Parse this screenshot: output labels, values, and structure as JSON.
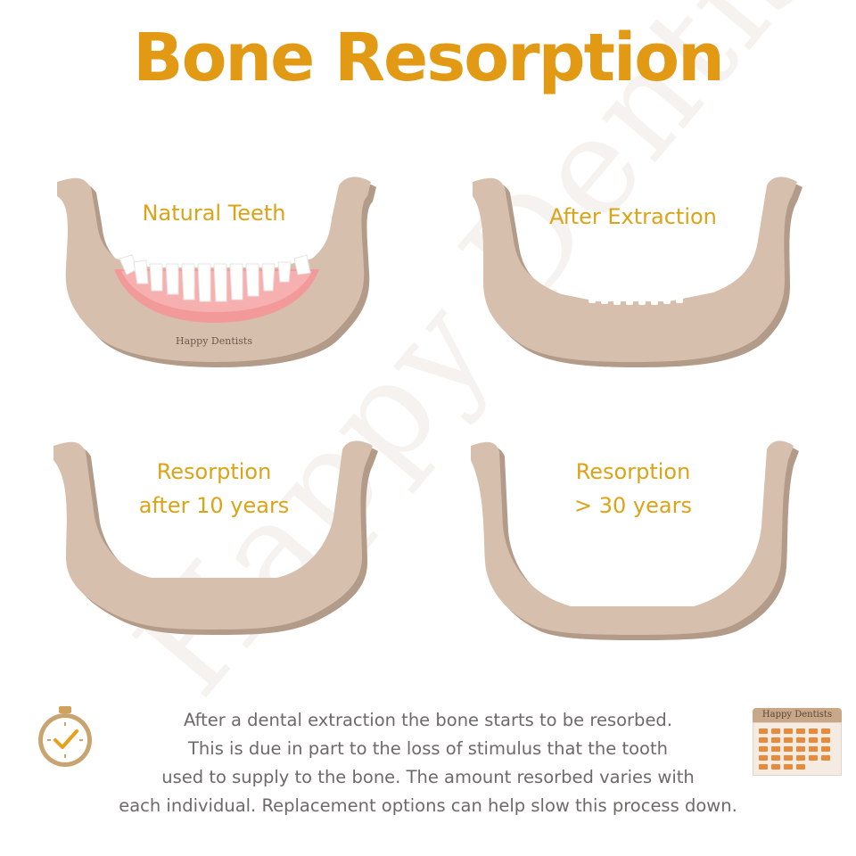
{
  "title": "Bone Resorption",
  "watermark": "Happy Dentists",
  "panels": [
    {
      "label_lines": [
        "Natural Teeth"
      ],
      "brand": "Happy Dentists",
      "stage": "natural-teeth"
    },
    {
      "label_lines": [
        "After Extraction"
      ],
      "stage": "after-extraction"
    },
    {
      "label_lines": [
        "Resorption",
        "after 10 years"
      ],
      "stage": "resorption-10-years"
    },
    {
      "label_lines": [
        "Resorption",
        "> 30 years"
      ],
      "stage": "resorption-30-years"
    }
  ],
  "description_lines": [
    "After a dental extraction the bone starts to be resorbed.",
    "This is due in part to the loss of stimulus that the tooth",
    "used to supply to the bone. The amount resorbed varies with",
    "each individual. Replacement options can help slow this process down."
  ],
  "calendar": {
    "brand": "Happy Dentists"
  },
  "icons": {
    "timer": "stopwatch-icon",
    "calendar": "calendar-icon"
  },
  "colors": {
    "title": "#e29a14",
    "label": "#dba418",
    "bone": "#d6bfac",
    "bone_shadow": "#b39b8a",
    "gum": "#f29a9a",
    "text": "#6d6a68"
  }
}
